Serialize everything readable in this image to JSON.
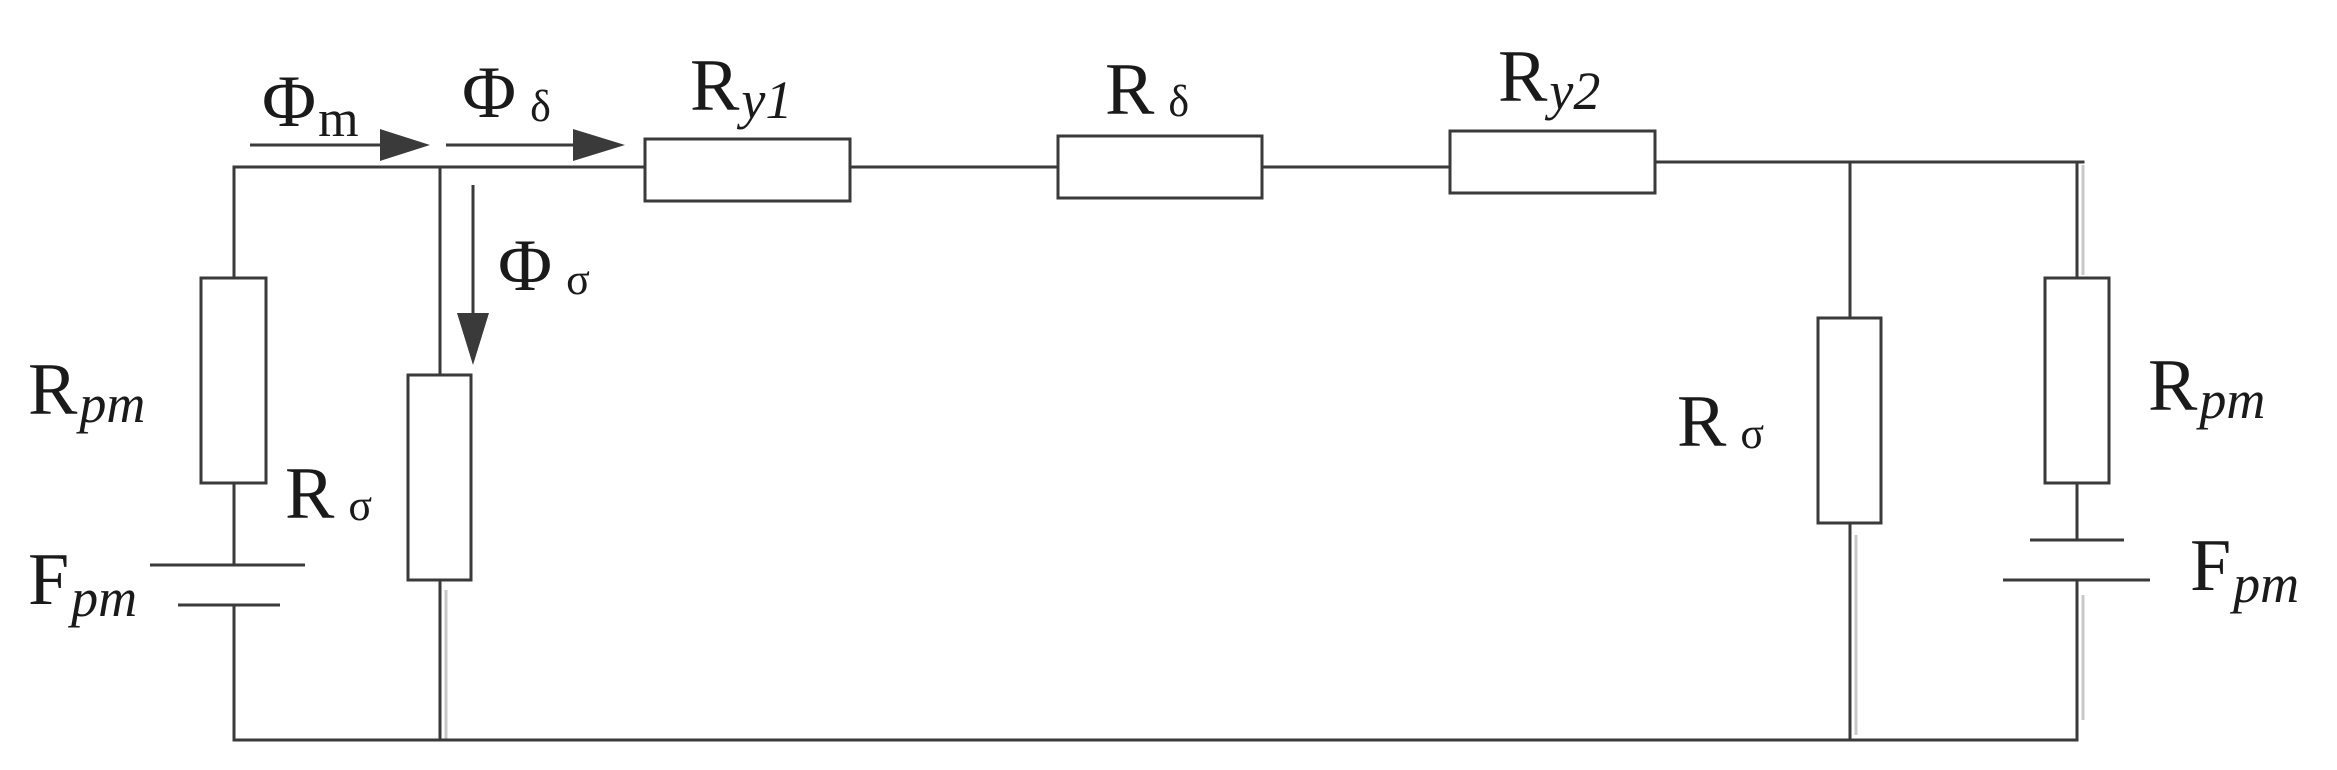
{
  "labels": {
    "phi_m": {
      "main": "Φ",
      "sub": "m"
    },
    "phi_delta": {
      "main": "Φ",
      "sub": "δ"
    },
    "phi_sigma": {
      "main": "Φ",
      "sub": "σ"
    },
    "r_y1": {
      "main": "R",
      "sub": "y1"
    },
    "r_delta": {
      "main": "R",
      "sub": "δ"
    },
    "r_y2": {
      "main": "R",
      "sub": "y2"
    },
    "r_pm_left": {
      "main": "R",
      "sub": "pm"
    },
    "r_sigma_left": {
      "main": "R",
      "sub": "σ"
    },
    "f_pm_left": {
      "main": "F",
      "sub": "pm"
    },
    "r_sigma_right": {
      "main": "R",
      "sub": "σ"
    },
    "r_pm_right": {
      "main": "R",
      "sub": "pm"
    },
    "f_pm_right": {
      "main": "F",
      "sub": "pm"
    }
  }
}
